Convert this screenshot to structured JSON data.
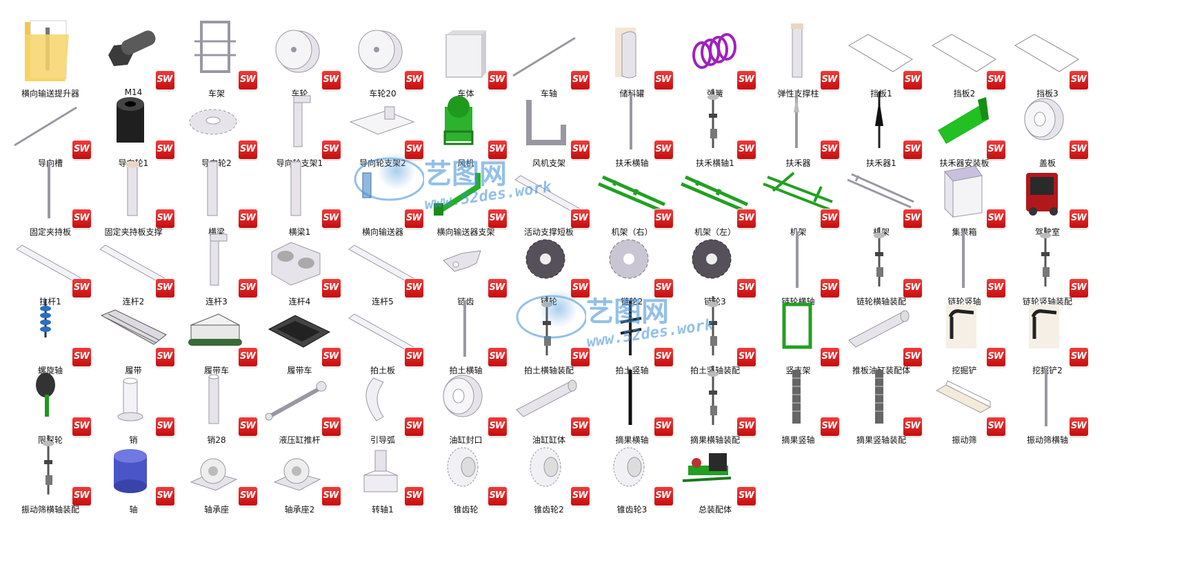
{
  "items": [
    {
      "label": "横向输送提升器",
      "icon": "folder-icon"
    },
    {
      "label": "M14",
      "icon": "hex-bolt-icon"
    },
    {
      "label": "车架",
      "icon": "frame-icon"
    },
    {
      "label": "车轮",
      "icon": "wheel-icon"
    },
    {
      "label": "车轮20",
      "icon": "wheel-icon"
    },
    {
      "label": "车体",
      "icon": "box-icon"
    },
    {
      "label": "车轴",
      "icon": "rod-diagonal-icon"
    },
    {
      "label": "储料罐",
      "icon": "cylinder-shell-icon"
    },
    {
      "label": "弹簧",
      "icon": "spring-icon"
    },
    {
      "label": "弹性支撑柱",
      "icon": "post-icon"
    },
    {
      "label": "挡板1",
      "icon": "plate-icon"
    },
    {
      "label": "挡板2",
      "icon": "plate-icon"
    },
    {
      "label": "挡板3",
      "icon": "plate-icon"
    },
    {
      "label": "导向槽",
      "icon": "rod-diagonal-icon"
    },
    {
      "label": "导向轮1",
      "icon": "black-cylinder-icon"
    },
    {
      "label": "导向轮2",
      "icon": "sprocket-flat-icon"
    },
    {
      "label": "导向轮支架1",
      "icon": "bracket-icon"
    },
    {
      "label": "导向轮支架2",
      "icon": "base-plate-icon"
    },
    {
      "label": "风机",
      "icon": "fan-icon"
    },
    {
      "label": "风机支架",
      "icon": "u-bracket-icon"
    },
    {
      "label": "扶禾横轴",
      "icon": "thin-rod-icon"
    },
    {
      "label": "扶禾横轴1",
      "icon": "shaft-assembly-icon"
    },
    {
      "label": "扶禾器",
      "icon": "rod-tip-icon"
    },
    {
      "label": "扶禾器1",
      "icon": "black-tip-icon"
    },
    {
      "label": "扶禾器安装板",
      "icon": "green-plate-icon"
    },
    {
      "label": "盖板",
      "icon": "washer-icon"
    },
    {
      "label": "固定夹持板",
      "icon": "thin-rod-icon"
    },
    {
      "label": "固定夹持板支撑",
      "icon": "post-icon"
    },
    {
      "label": "横梁",
      "icon": "beam-vertical-icon"
    },
    {
      "label": "横梁1",
      "icon": "beam-vertical-icon"
    },
    {
      "label": "横向输送器",
      "icon": "conveyor-icon"
    },
    {
      "label": "横向输送器支架",
      "icon": "green-bracket-icon"
    },
    {
      "label": "活动支撑短板",
      "icon": "bar-diagonal-icon"
    },
    {
      "label": "机架（右）",
      "icon": "green-frame-icon"
    },
    {
      "label": "机架（左）",
      "icon": "green-frame-icon"
    },
    {
      "label": "机架",
      "icon": "green-frame-big-icon"
    },
    {
      "label": "机架",
      "icon": "frame-outline-icon"
    },
    {
      "label": "集果箱",
      "icon": "open-box-icon"
    },
    {
      "label": "驾驶室",
      "icon": "cab-icon"
    },
    {
      "label": "拉杆1",
      "icon": "bar-diagonal-icon"
    },
    {
      "label": "连杆2",
      "icon": "bar-diagonal-icon"
    },
    {
      "label": "连杆3",
      "icon": "bracket-icon"
    },
    {
      "label": "连杆4",
      "icon": "double-hole-block-icon"
    },
    {
      "label": "连杆5",
      "icon": "bar-diagonal-icon"
    },
    {
      "label": "链齿",
      "icon": "link-plate-icon"
    },
    {
      "label": "链轮",
      "icon": "sprocket-dark-icon"
    },
    {
      "label": "链轮2",
      "icon": "sprocket-light-icon"
    },
    {
      "label": "链轮3",
      "icon": "sprocket-dark-icon"
    },
    {
      "label": "链轮横轴",
      "icon": "thin-rod-icon"
    },
    {
      "label": "链轮横轴装配",
      "icon": "shaft-assembly-icon"
    },
    {
      "label": "链轮竖轴",
      "icon": "thin-rod-icon"
    },
    {
      "label": "链轮竖轴装配",
      "icon": "shaft-assembly-icon"
    },
    {
      "label": "螺旋轴",
      "icon": "auger-icon"
    },
    {
      "label": "履带",
      "icon": "track-icon"
    },
    {
      "label": "履带车",
      "icon": "track-vehicle-icon"
    },
    {
      "label": "履带车",
      "icon": "track-vehicle-dark-icon"
    },
    {
      "label": "拍土板",
      "icon": "bar-diagonal-icon"
    },
    {
      "label": "拍土横轴",
      "icon": "thin-rod-icon"
    },
    {
      "label": "拍土横轴装配",
      "icon": "shaft-assembly-icon"
    },
    {
      "label": "拍土竖轴",
      "icon": "black-cross-icon"
    },
    {
      "label": "拍土竖轴装配",
      "icon": "shaft-assembly-icon"
    },
    {
      "label": "竖支架",
      "icon": "green-rect-frame-icon"
    },
    {
      "label": "推板油缸装配体",
      "icon": "cylinder-diagonal-icon"
    },
    {
      "label": "挖掘铲",
      "icon": "shovel-icon"
    },
    {
      "label": "挖掘铲2",
      "icon": "shovel-icon"
    },
    {
      "label": "限深轮",
      "icon": "depth-wheel-icon"
    },
    {
      "label": "销",
      "icon": "pin-icon"
    },
    {
      "label": "销28",
      "icon": "pin-tall-icon"
    },
    {
      "label": "液压缸推杆",
      "icon": "piston-rod-icon"
    },
    {
      "label": "引导弧",
      "icon": "arc-icon"
    },
    {
      "label": "油缸封口",
      "icon": "washer-icon"
    },
    {
      "label": "油缸缸体",
      "icon": "cylinder-diagonal-icon"
    },
    {
      "label": "摘果横轴",
      "icon": "black-rod-icon"
    },
    {
      "label": "摘果横轴装配",
      "icon": "shaft-assembly-icon"
    },
    {
      "label": "摘果竖轴",
      "icon": "ribbed-rod-icon"
    },
    {
      "label": "摘果竖轴装配",
      "icon": "ribbed-rod-icon"
    },
    {
      "label": "振动筛",
      "icon": "screen-icon"
    },
    {
      "label": "振动筛横轴",
      "icon": "thin-rod-icon"
    },
    {
      "label": "振动筛横轴装配",
      "icon": "shaft-assembly-icon"
    },
    {
      "label": "轴",
      "icon": "blue-cylinder-icon"
    },
    {
      "label": "轴承座",
      "icon": "bearing-block-icon"
    },
    {
      "label": "轴承座2",
      "icon": "bearing-block-icon"
    },
    {
      "label": "转轴1",
      "icon": "pin-on-block-icon"
    },
    {
      "label": "锥齿轮",
      "icon": "bevel-gear-icon"
    },
    {
      "label": "锥齿轮2",
      "icon": "bevel-gear-icon"
    },
    {
      "label": "锥齿轮3",
      "icon": "bevel-gear-icon"
    },
    {
      "label": "总装配体",
      "icon": "assembly-icon"
    }
  ],
  "badge_text": "SW",
  "watermarks": [
    {
      "cn": "艺图网",
      "url": "www.52des.work"
    },
    {
      "cn": "艺图网",
      "url": "www.52des.work"
    }
  ],
  "colors": {
    "badge": "#d81f1f",
    "green": "#22b022",
    "part_gray": "#e6e4ea"
  }
}
